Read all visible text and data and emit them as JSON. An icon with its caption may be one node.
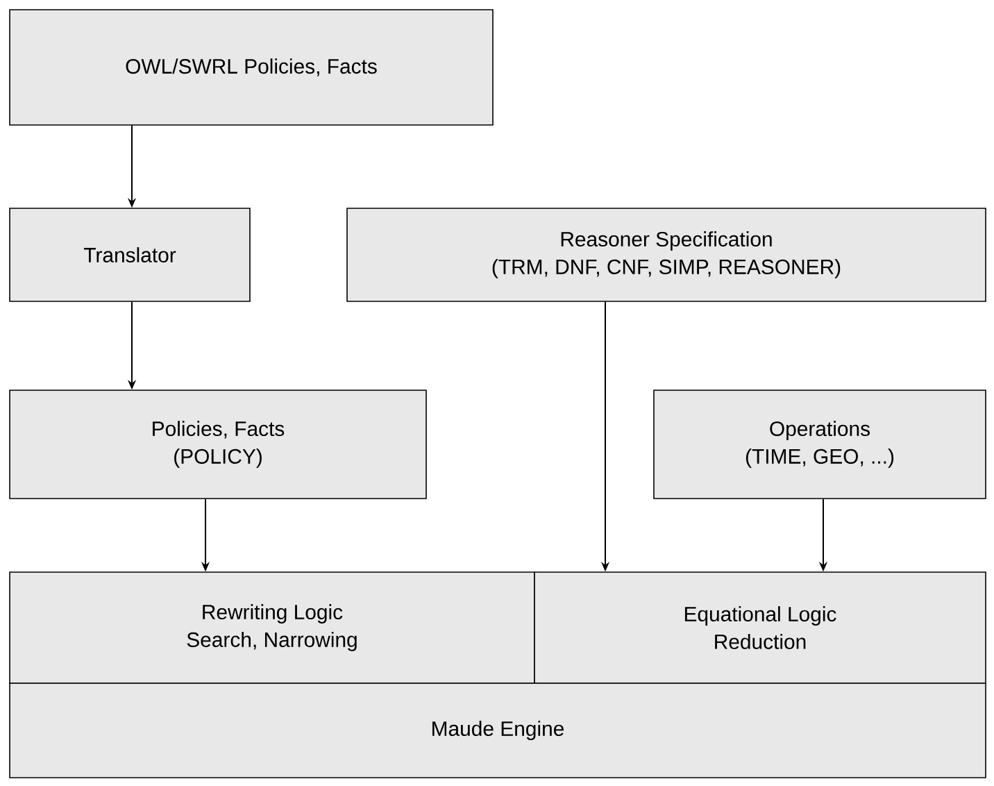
{
  "diagram": {
    "nodes": [
      {
        "text": [
          "OWL/SWRL Policies, Facts"
        ]
      },
      {
        "text": [
          "Translator"
        ]
      },
      {
        "text": [
          "Reasoner Specification",
          "(TRM, DNF, CNF, SIMP, REASONER)"
        ]
      },
      {
        "text": [
          "Policies, Facts",
          "(POLICY)"
        ]
      },
      {
        "text": [
          "Operations",
          "(TIME, GEO, ...)"
        ]
      },
      {
        "text": [
          "Rewriting Logic",
          "Search, Narrowing"
        ]
      },
      {
        "text": [
          "Equational Logic",
          "Reduction"
        ]
      },
      {
        "text": [
          "Maude Engine"
        ]
      }
    ],
    "edges": [
      {
        "from": 0,
        "to": 1,
        "arrow": "to"
      },
      {
        "from": 1,
        "to": 3,
        "arrow": "to"
      },
      {
        "from": 3,
        "to": 5,
        "arrow": "to"
      },
      {
        "from": 2,
        "to": 6,
        "arrow": "to"
      },
      {
        "from": 4,
        "to": 6,
        "arrow": "to"
      }
    ]
  }
}
